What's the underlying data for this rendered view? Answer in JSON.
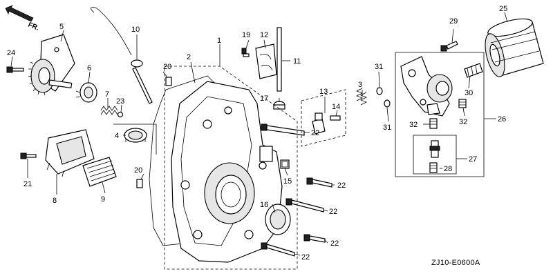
{
  "direction_indicator": "FR.",
  "diagram_code": "ZJ10-E0600A",
  "callouts": [
    {
      "id": "c1",
      "number": "1"
    },
    {
      "id": "c2",
      "number": "2"
    },
    {
      "id": "c3",
      "number": "3"
    },
    {
      "id": "c4",
      "number": "4"
    },
    {
      "id": "c5",
      "number": "5"
    },
    {
      "id": "c6",
      "number": "6"
    },
    {
      "id": "c7",
      "number": "7"
    },
    {
      "id": "c8",
      "number": "8"
    },
    {
      "id": "c9",
      "number": "9"
    },
    {
      "id": "c10",
      "number": "10"
    },
    {
      "id": "c11",
      "number": "11"
    },
    {
      "id": "c12",
      "number": "12"
    },
    {
      "id": "c13",
      "number": "13"
    },
    {
      "id": "c14",
      "number": "14"
    },
    {
      "id": "c15",
      "number": "15"
    },
    {
      "id": "c16",
      "number": "16"
    },
    {
      "id": "c17",
      "number": "17"
    },
    {
      "id": "c19",
      "number": "19"
    },
    {
      "id": "c20a",
      "number": "20"
    },
    {
      "id": "c20b",
      "number": "20"
    },
    {
      "id": "c21",
      "number": "21"
    },
    {
      "id": "c22a",
      "number": "22"
    },
    {
      "id": "c22b",
      "number": "22"
    },
    {
      "id": "c22c",
      "number": "22"
    },
    {
      "id": "c22d",
      "number": "22"
    },
    {
      "id": "c22e",
      "number": "22"
    },
    {
      "id": "c23",
      "number": "23"
    },
    {
      "id": "c24",
      "number": "24"
    },
    {
      "id": "c25",
      "number": "25"
    },
    {
      "id": "c26",
      "number": "26"
    },
    {
      "id": "c27",
      "number": "27"
    },
    {
      "id": "c28",
      "number": "28"
    },
    {
      "id": "c29",
      "number": "29"
    },
    {
      "id": "c30",
      "number": "30"
    },
    {
      "id": "c31a",
      "number": "31"
    },
    {
      "id": "c31b",
      "number": "31"
    },
    {
      "id": "c32a",
      "number": "32"
    },
    {
      "id": "c32b",
      "number": "32"
    }
  ]
}
